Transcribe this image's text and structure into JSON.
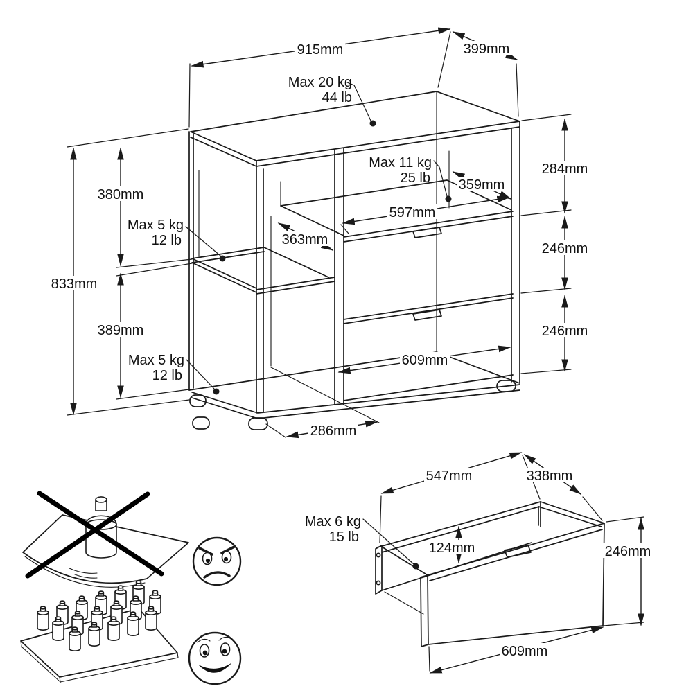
{
  "colors": {
    "line": "#1a1a1a",
    "background": "#ffffff"
  },
  "main": {
    "overall_width": "915mm",
    "overall_depth": "399mm",
    "overall_height": "833mm",
    "top_max": {
      "kg": "Max 20 kg",
      "lb": "44 lb"
    },
    "cubby": {
      "kg": "Max 11 kg",
      "lb": "25 lb",
      "depth": "359mm",
      "width": "597mm",
      "height": "284mm"
    },
    "upper_shelf": {
      "kg": "Max 5 kg",
      "lb": "12 lb",
      "height": "380mm",
      "depth": "363mm"
    },
    "lower_shelf": {
      "kg": "Max 5 kg",
      "lb": "12 lb",
      "height": "389mm",
      "width": "286mm"
    },
    "drawer_upper_height": "246mm",
    "drawer_lower_height": "246mm",
    "drawer_width": "609mm"
  },
  "drawer": {
    "width": "547mm",
    "depth": "338mm",
    "height": "246mm",
    "inner_height": "124mm",
    "front_width": "609mm",
    "max": {
      "kg": "Max 6 kg",
      "lb": "15 lb"
    }
  },
  "icons": {
    "prohibited": "single-heavy-load-crossed-out",
    "angry": "angry-face",
    "allowed": "evenly-distributed-load",
    "happy": "smiley-face"
  }
}
